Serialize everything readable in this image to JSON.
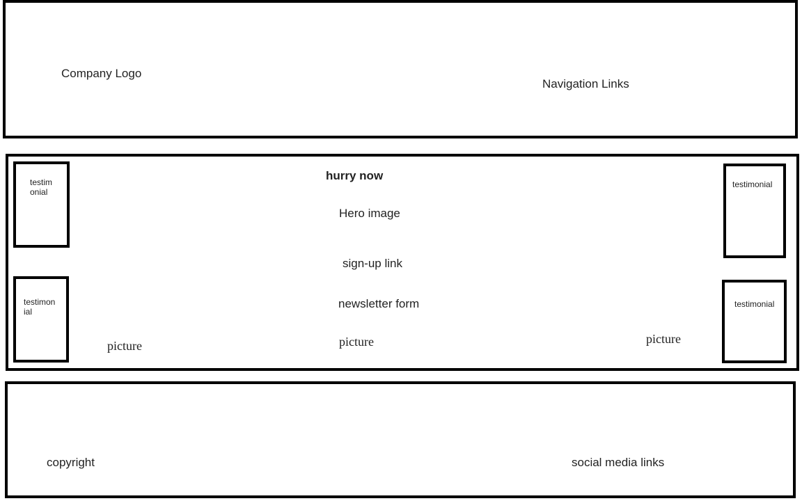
{
  "header": {
    "logo_text": "Company Logo",
    "nav_text": "Navigation Links"
  },
  "main": {
    "headline": "hurry now",
    "hero": "Hero image",
    "signup": "sign-up link",
    "newsletter": "newsletter form",
    "pictures": [
      "picture",
      "picture",
      "picture"
    ],
    "testimonials": [
      "testim\nonial",
      "testimon\nial",
      "testimonial",
      "testimonial"
    ]
  },
  "footer": {
    "copyright": "copyright",
    "social": "social media links"
  }
}
